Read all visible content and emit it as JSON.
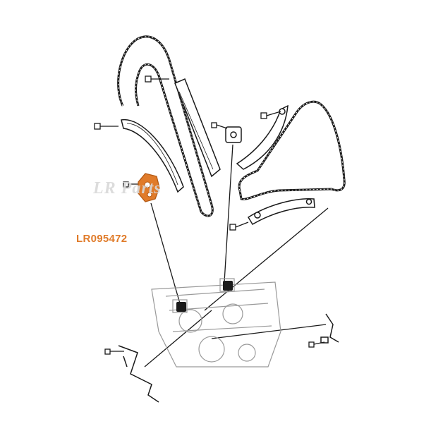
{
  "diagram": {
    "part_number": "LR095472",
    "watermark_text": "LR Parts",
    "colors": {
      "highlight": "#e07b2a",
      "line": "#1a1a1a",
      "engine": "#9a9a9a"
    },
    "components": [
      "timing-chain-left",
      "timing-chain-right",
      "chain-guide-left",
      "chain-guide-center",
      "chain-guide-right-upper",
      "chain-guide-right-lower",
      "chain-tensioner-highlighted",
      "chain-tensioner-right",
      "engine-block",
      "tensioner-tool"
    ]
  }
}
